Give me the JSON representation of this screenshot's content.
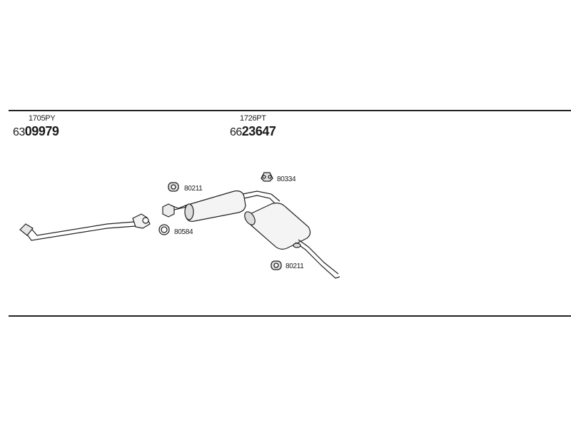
{
  "left_group": {
    "code": "1705PY",
    "part_prefix": "63",
    "part_main": "09979"
  },
  "right_group": {
    "code": "1726PT",
    "part_prefix": "66",
    "part_main": "23647"
  },
  "parts": {
    "clamp_top": "80211",
    "ring": "80584",
    "hanger_right": "80334",
    "clamp_bottom": "80211"
  }
}
